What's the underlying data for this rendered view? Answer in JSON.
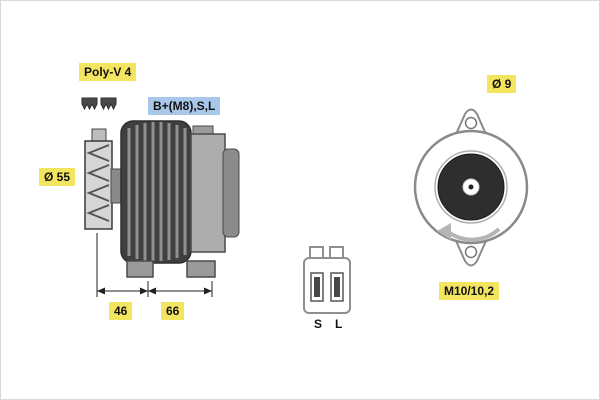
{
  "figure": {
    "labels": {
      "poly_v": "Poly-V 4",
      "b_plus": "B+(M8),S,L",
      "pulley_dia": "Ø 55",
      "dim_left": "46",
      "dim_right": "66",
      "hole_dia": "Ø 9",
      "thread": "M10/10,2",
      "conn_s": "S",
      "conn_l": "L"
    },
    "colors": {
      "highlight_yellow": "#f3e55f",
      "highlight_blue": "#a9c7e8",
      "body_dark": "#3f3f3f",
      "body_light": "#adadad",
      "hub_dark": "#2e2e2e"
    }
  }
}
